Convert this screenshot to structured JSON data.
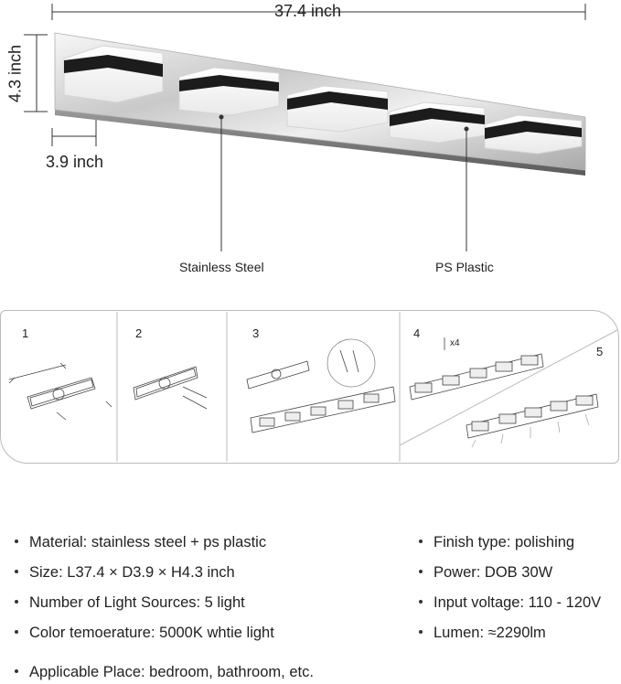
{
  "dimensions": {
    "length": "37.4 inch",
    "height": "4.3 inch",
    "depth": "3.9 inch"
  },
  "callouts": {
    "stainless": "Stainless Steel",
    "plastic": "PS Plastic"
  },
  "install_steps": [
    "1",
    "2",
    "3",
    "4",
    "5"
  ],
  "screw_qty": "x4",
  "specs_left": [
    "Material:  stainless steel + ps plastic",
    "Size: L37.4 × D3.9 × H4.3 inch",
    "Number of Light Sources: 5 light",
    "Color temoerature: 5000K whtie light",
    "Applicable Place: bedroom, bathroom, etc."
  ],
  "specs_right": [
    "Finish type: polishing",
    "Power: DOB 30W",
    "Input voltage: 110 - 120V",
    "Lumen: ≈2290lm"
  ]
}
